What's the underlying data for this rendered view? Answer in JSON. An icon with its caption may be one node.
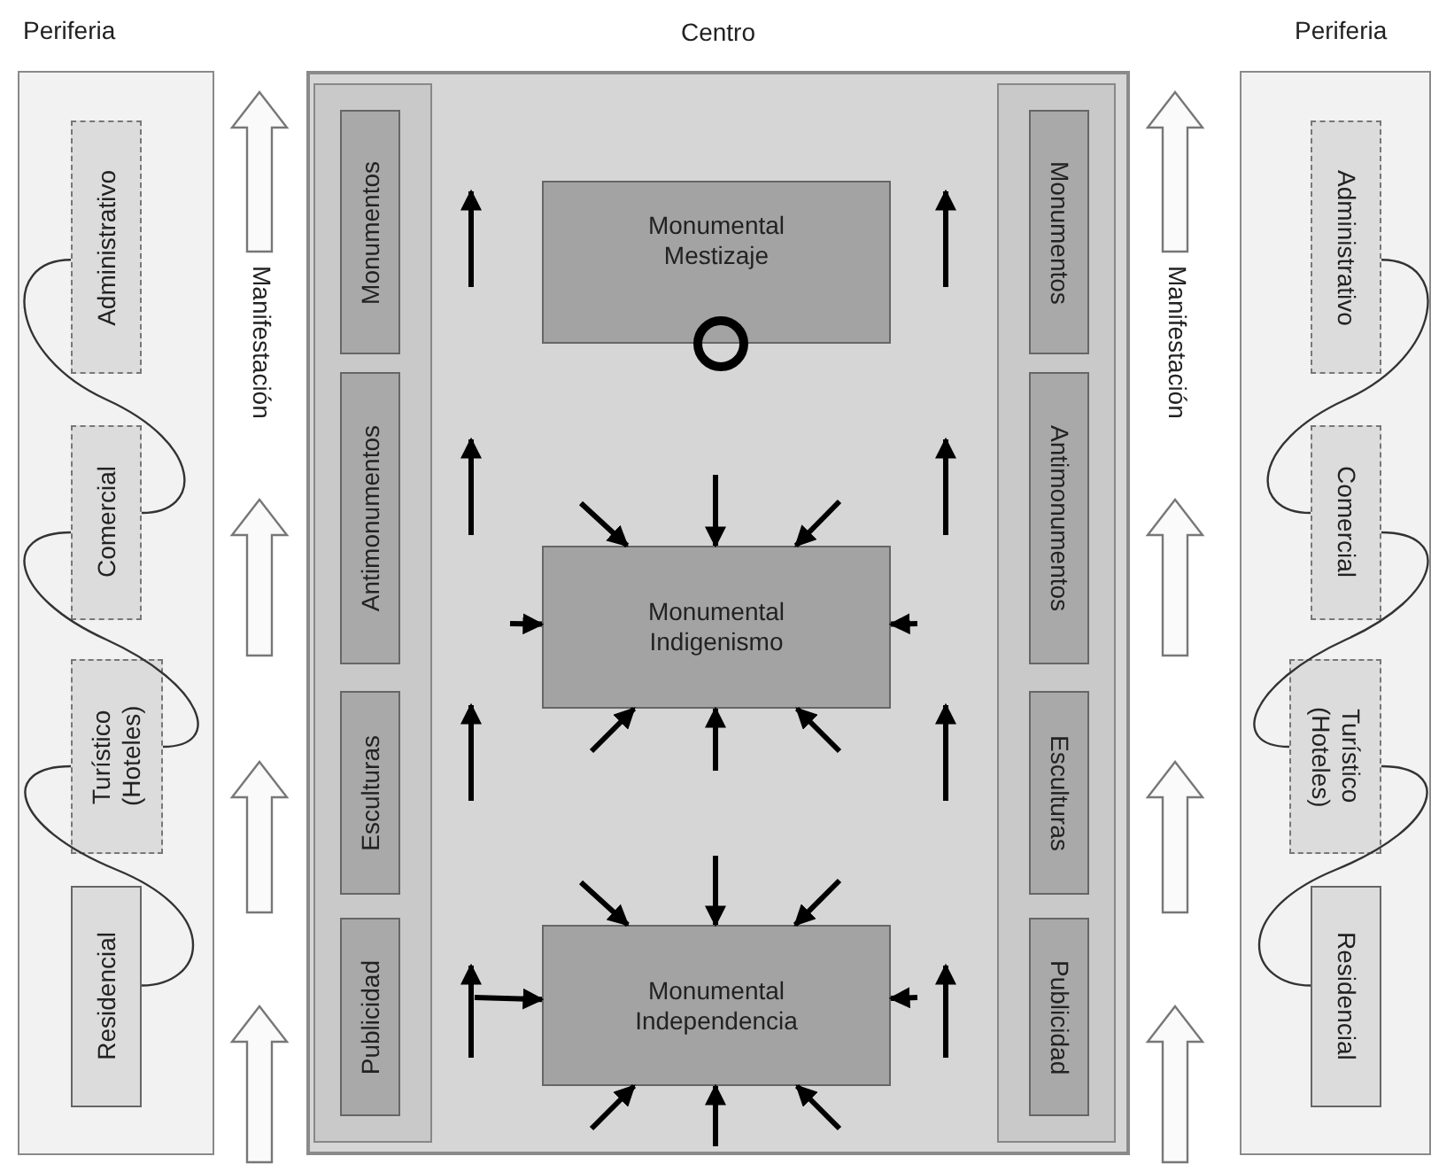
{
  "diagram": {
    "nodes": [
      {
        "text": [
          "Periferia"
        ]
      },
      {
        "text": [
          "Administrativo"
        ],
        "in": 0
      },
      {
        "text": [
          "Comercial"
        ],
        "in": 0
      },
      {
        "text": [
          "Turístico (Hoteles)"
        ],
        "in": 0
      },
      {
        "text": [
          "Residencial"
        ],
        "in": 0
      },
      {
        "text": [
          "Centro"
        ]
      },
      {
        "text": [],
        "shape": "box",
        "in": 5
      },
      {
        "text": [
          "Monumentos"
        ],
        "in": 6
      },
      {
        "text": [
          "Antimonumentos"
        ],
        "in": 6
      },
      {
        "text": [
          "Esculturas"
        ],
        "in": 6
      },
      {
        "text": [
          "Publicidad"
        ],
        "in": 6
      },
      {
        "text": [
          "Monumental Mestizaje"
        ],
        "in": 5
      },
      {
        "text": [
          "Monumental Indigenismo"
        ],
        "in": 5
      },
      {
        "text": [
          "Monumental Independencia"
        ],
        "in": 5
      },
      {
        "text": [],
        "shape": "box",
        "in": 5
      },
      {
        "text": [
          "Monumentos"
        ],
        "in": 14
      },
      {
        "text": [
          "Antimonumentos"
        ],
        "in": 14
      },
      {
        "text": [
          "Esculturas"
        ],
        "in": 14
      },
      {
        "text": [
          "Publicidad"
        ],
        "in": 14
      },
      {
        "text": [
          "Periferia"
        ]
      },
      {
        "text": [
          "Administrativo"
        ],
        "in": 19
      },
      {
        "text": [
          "Comercial"
        ],
        "in": 19
      },
      {
        "text": [
          "Turístico (Hoteles)"
        ],
        "in": 19
      },
      {
        "text": [
          "Residencial"
        ],
        "in": 19
      }
    ],
    "edges": [
      {
        "from": 1,
        "to": 2,
        "arrow": "none"
      },
      {
        "from": 2,
        "to": 3,
        "arrow": "none"
      },
      {
        "from": 3,
        "to": 4,
        "arrow": "none"
      },
      {
        "from": 20,
        "to": 21,
        "arrow": "none"
      },
      {
        "from": 21,
        "to": 22,
        "arrow": "none"
      },
      {
        "from": 22,
        "to": 23,
        "arrow": "none"
      },
      {
        "from": null,
        "to": 12,
        "arrow": "to"
      },
      {
        "from": null,
        "to": 12,
        "arrow": "to"
      },
      {
        "from": null,
        "to": 12,
        "arrow": "to"
      },
      {
        "from": null,
        "to": 12,
        "arrow": "to"
      },
      {
        "from": null,
        "to": 12,
        "arrow": "to"
      },
      {
        "from": null,
        "to": 12,
        "arrow": "to"
      },
      {
        "from": null,
        "to": 12,
        "arrow": "to"
      },
      {
        "from": null,
        "to": 12,
        "arrow": "to"
      },
      {
        "from": null,
        "to": 13,
        "arrow": "to"
      },
      {
        "from": null,
        "to": 13,
        "arrow": "to"
      },
      {
        "from": null,
        "to": 13,
        "arrow": "to"
      },
      {
        "from": null,
        "to": 13,
        "arrow": "to"
      },
      {
        "from": null,
        "to": 13,
        "arrow": "to"
      },
      {
        "from": null,
        "to": 13,
        "arrow": "to"
      },
      {
        "from": null,
        "to": 13,
        "arrow": "to"
      },
      {
        "from": null,
        "to": 13,
        "arrow": "to"
      }
    ],
    "labels": [
      "Manifestación",
      "Manifestación"
    ]
  }
}
